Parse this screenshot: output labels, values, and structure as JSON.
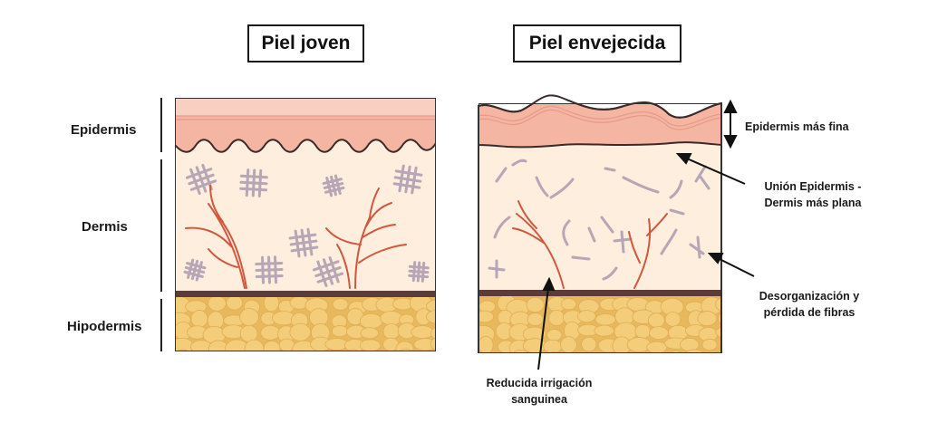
{
  "titles": {
    "young": "Piel joven",
    "aged": "Piel envejecida"
  },
  "layers": {
    "epidermis": "Epidermis",
    "dermis": "Dermis",
    "hypodermis": "Hipodermis"
  },
  "annotations": {
    "thin_epidermis": "Epidermis más fina",
    "flat_junction_line1": "Unión Epidermis -",
    "flat_junction_line2": "Dermis más plana",
    "fiber_loss_line1": "Desorganización y",
    "fiber_loss_line2": "pérdida de fibras",
    "blood_line1": "Reducida irrigación",
    "blood_line2": "sanguinea"
  },
  "colors": {
    "epidermis": "#f5b5a3",
    "epidermis_top": "#f9cfc2",
    "dermis": "#fdeedd",
    "membrane": "#5b3b3b",
    "fat": "#f3cd7a",
    "fat_bg": "#e8b85c",
    "fiber": "#b7a6b6",
    "vessel": "#d2573f",
    "outline": "#333333"
  }
}
